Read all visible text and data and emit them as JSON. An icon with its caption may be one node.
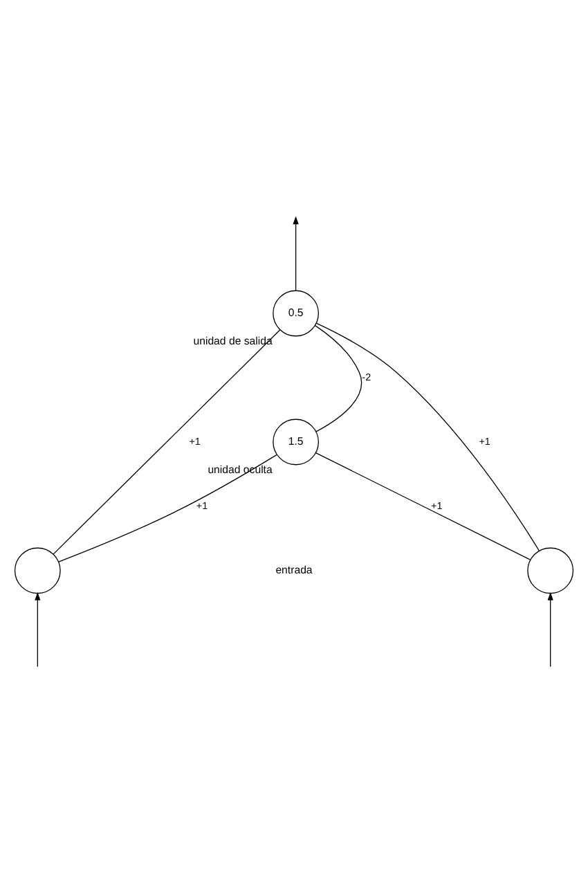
{
  "diagram": {
    "nodes": [
      {
        "text": [
          "0.5"
        ],
        "beside": [
          "unidad de salida"
        ]
      },
      {
        "text": [
          "1.5"
        ],
        "beside": [
          "unidad oculta"
        ]
      },
      {
        "text": [],
        "shape": "circle"
      },
      {
        "text": [],
        "shape": "circle"
      }
    ],
    "edges": [
      {
        "from": 0,
        "to": null,
        "arrow": "to"
      },
      {
        "from": 2,
        "to": 0,
        "arrow": "none",
        "label": "+1"
      },
      {
        "from": 0,
        "to": 1,
        "arrow": "none",
        "label": "-2"
      },
      {
        "from": 3,
        "to": 0,
        "arrow": "none",
        "label": "+1"
      },
      {
        "from": 2,
        "to": 1,
        "arrow": "none",
        "label": "+1"
      },
      {
        "from": 3,
        "to": 1,
        "arrow": "none",
        "label": "+1"
      },
      {
        "from": null,
        "to": 2,
        "arrow": "to"
      },
      {
        "from": null,
        "to": 3,
        "arrow": "to"
      }
    ],
    "labels": [
      "entrada"
    ]
  }
}
